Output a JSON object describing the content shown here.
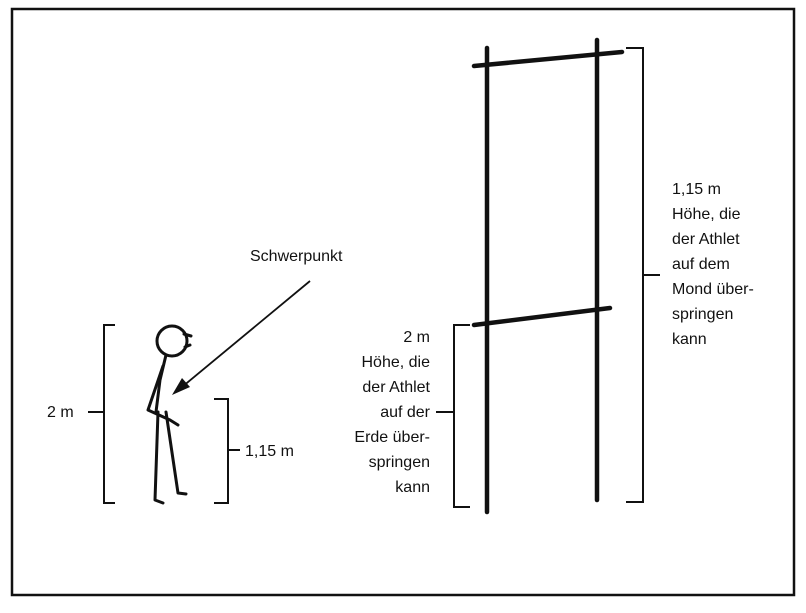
{
  "labels": {
    "schwerpunkt": "Schwerpunkt",
    "person_height": "2 m",
    "com_height": "1,15 m"
  },
  "earth_caption": {
    "lines": [
      "2 m",
      "Höhe, die",
      "der Athlet",
      "auf der",
      "Erde über-",
      "springen",
      "kann"
    ]
  },
  "moon_caption": {
    "lines": [
      "1,15 m",
      "Höhe, die",
      "der Athlet",
      "auf dem",
      "Mond über-",
      "springen",
      "kann"
    ]
  },
  "colors": {
    "ink": "#111111",
    "background": "#ffffff"
  }
}
